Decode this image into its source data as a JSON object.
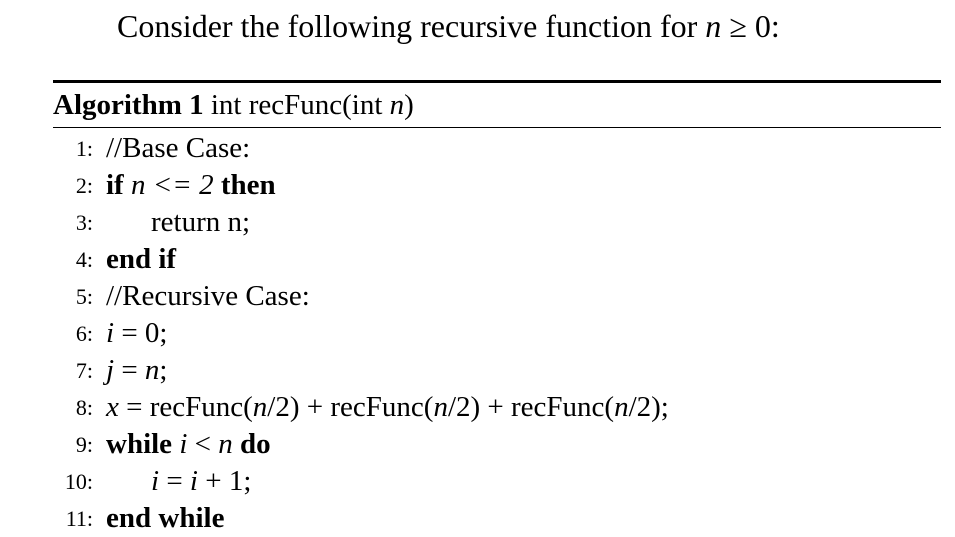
{
  "intro": {
    "text_before": "Consider the following recursive function for ",
    "var": "n",
    "relation": " ≥ 0:"
  },
  "algorithm": {
    "label": "Algorithm 1",
    "signature_prefix": " int recFunc(int ",
    "signature_var": "n",
    "signature_suffix": ")"
  },
  "lines": [
    {
      "num": "1:",
      "text": "//Base Case:"
    },
    {
      "num": "2:",
      "kw1": "if",
      "expr": " n <= 2 ",
      "kw2": "then"
    },
    {
      "num": "3:",
      "text": "return n;"
    },
    {
      "num": "4:",
      "kw1": "end if"
    },
    {
      "num": "5:",
      "text": "//Recursive Case:"
    },
    {
      "num": "6:",
      "var": "i",
      "rest": " = 0;"
    },
    {
      "num": "7:",
      "var": "j",
      "rest": " = ",
      "var2": "n",
      "rest2": ";"
    },
    {
      "num": "8:",
      "var": "x",
      "rest": " = recFunc(",
      "a1": "n",
      "b1": "/2) + recFunc(",
      "a2": "n",
      "b2": "/2) + recFunc(",
      "a3": "n",
      "b3": "/2);"
    },
    {
      "num": "9:",
      "kw1": "while",
      "v1": "i",
      "op": " < ",
      "v2": "n",
      "kw2": "do"
    },
    {
      "num": "10:",
      "v1": "i",
      "op": " = ",
      "v2": "i",
      "rest": " + 1;"
    },
    {
      "num": "11:",
      "kw1": "end while"
    }
  ]
}
